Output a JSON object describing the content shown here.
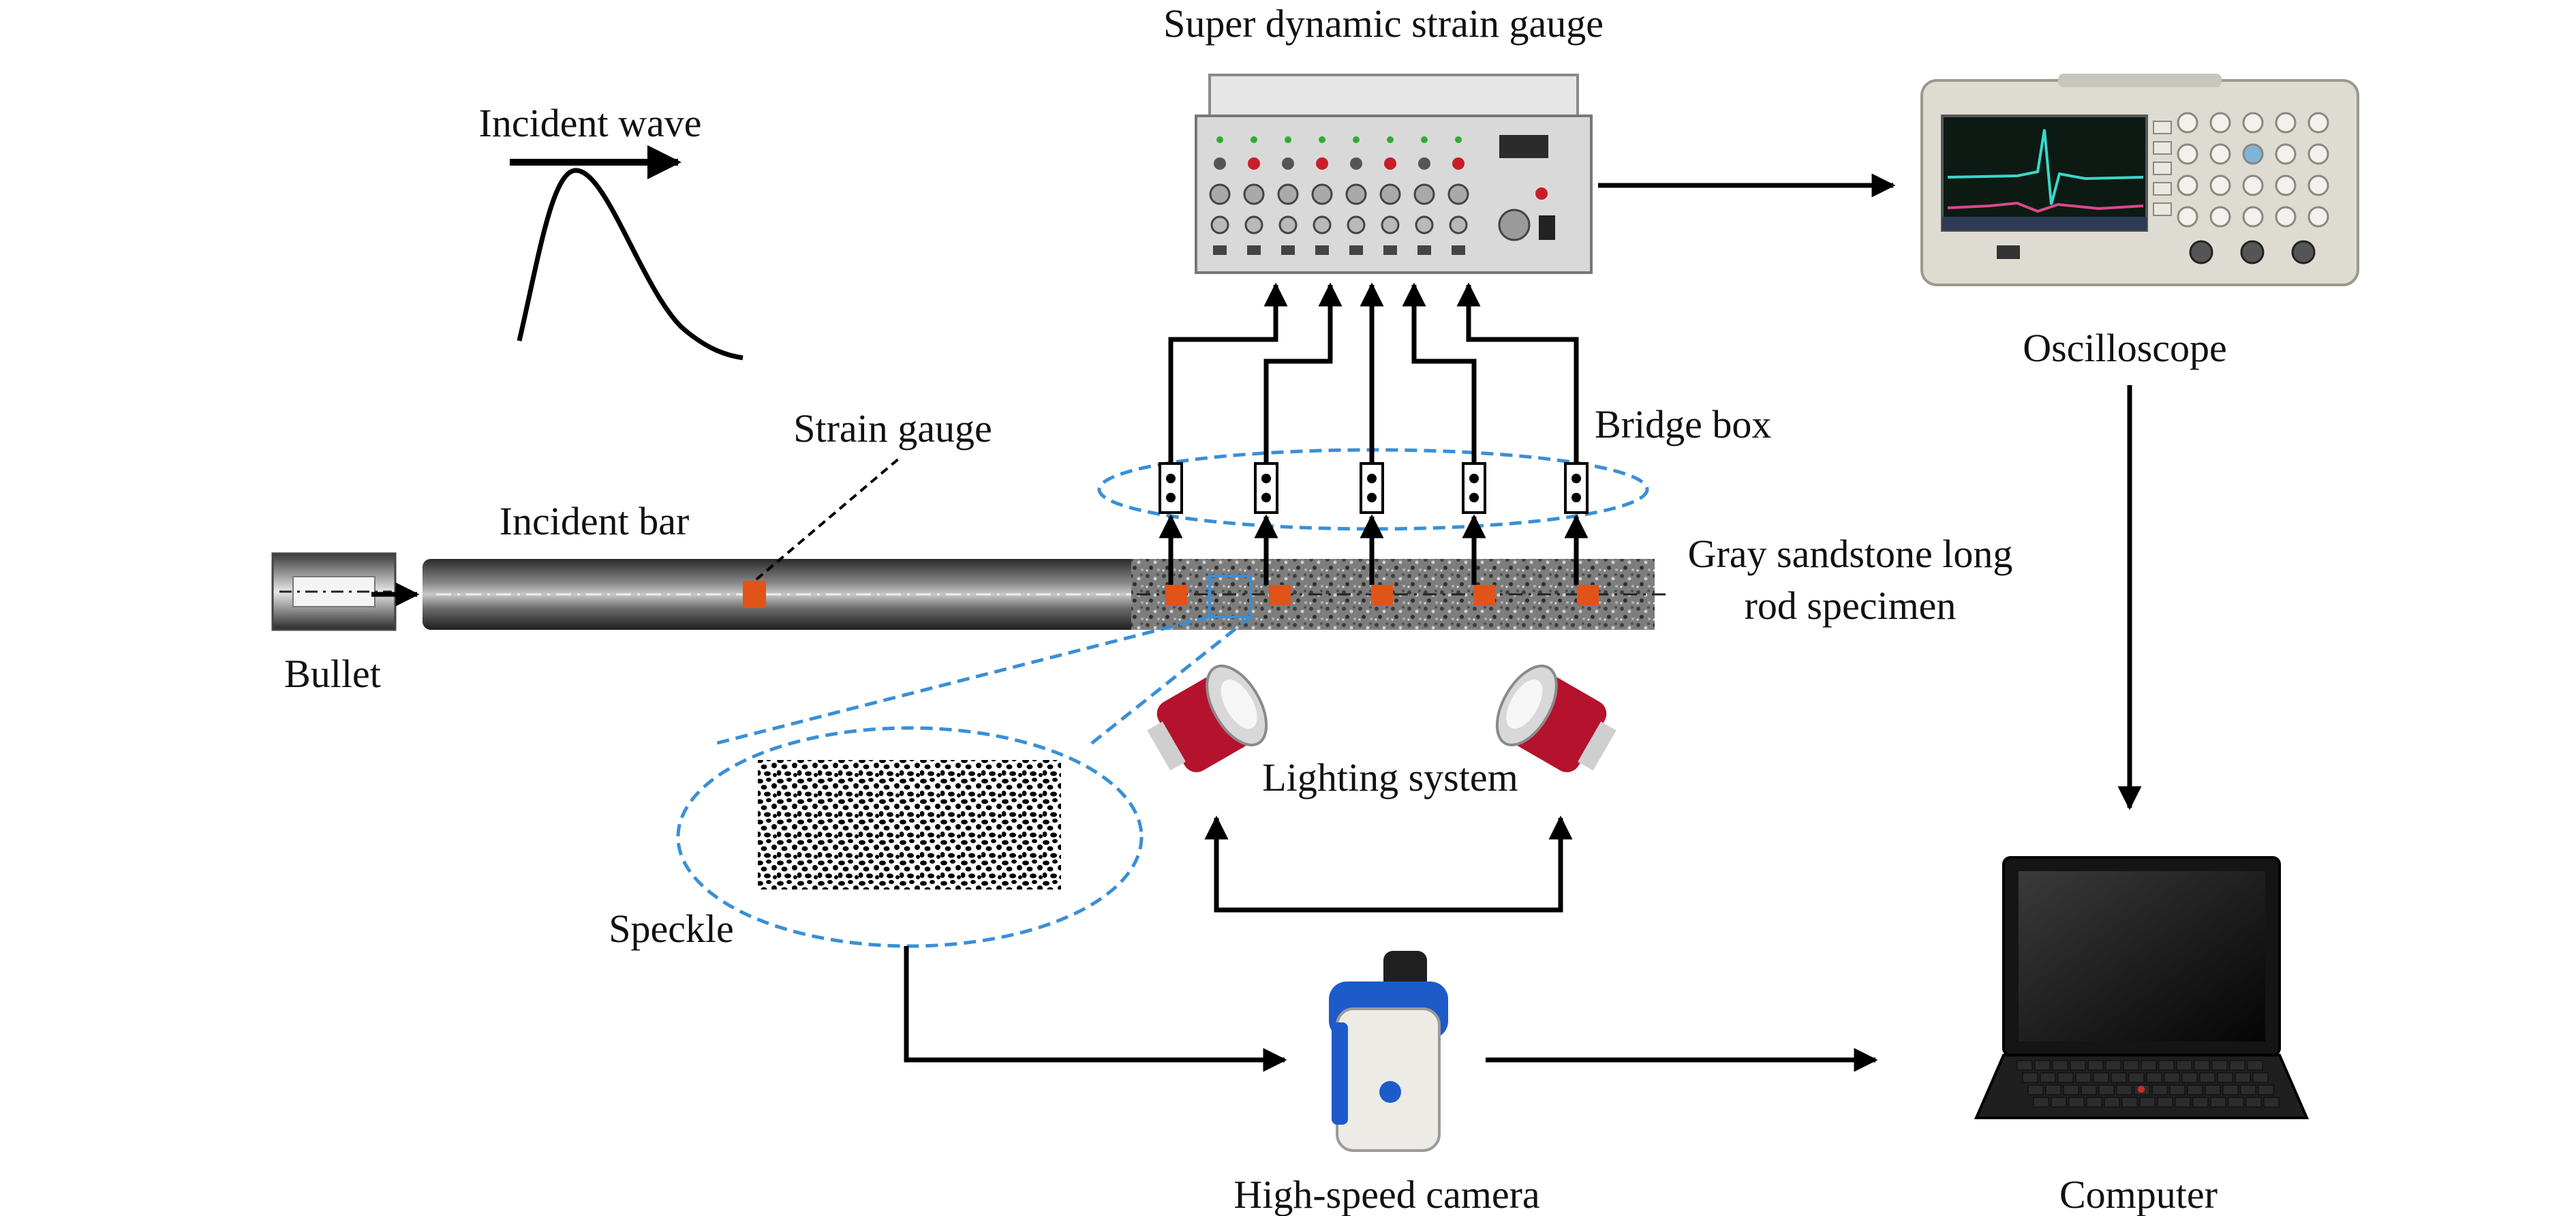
{
  "labels": {
    "strain_gauge_device": "Super dynamic strain gauge",
    "incident_wave": "Incident wave",
    "oscilloscope": "Oscilloscope",
    "strain_gauge": "Strain gauge",
    "bridge_box": "Bridge box",
    "incident_bar": "Incident bar",
    "specimen_line1": "Gray sandstone long",
    "specimen_line2": "rod specimen",
    "bullet": "Bullet",
    "lighting_system": "Lighting system",
    "speckle": "Speckle",
    "high_speed_camera": "High-speed camera",
    "computer": "Computer"
  },
  "colors": {
    "dashed_blue": "#3a8fd6",
    "gauge_orange": "#e0541a",
    "lamp_red": "#b5122d",
    "camera_blue": "#1d5bc9"
  }
}
